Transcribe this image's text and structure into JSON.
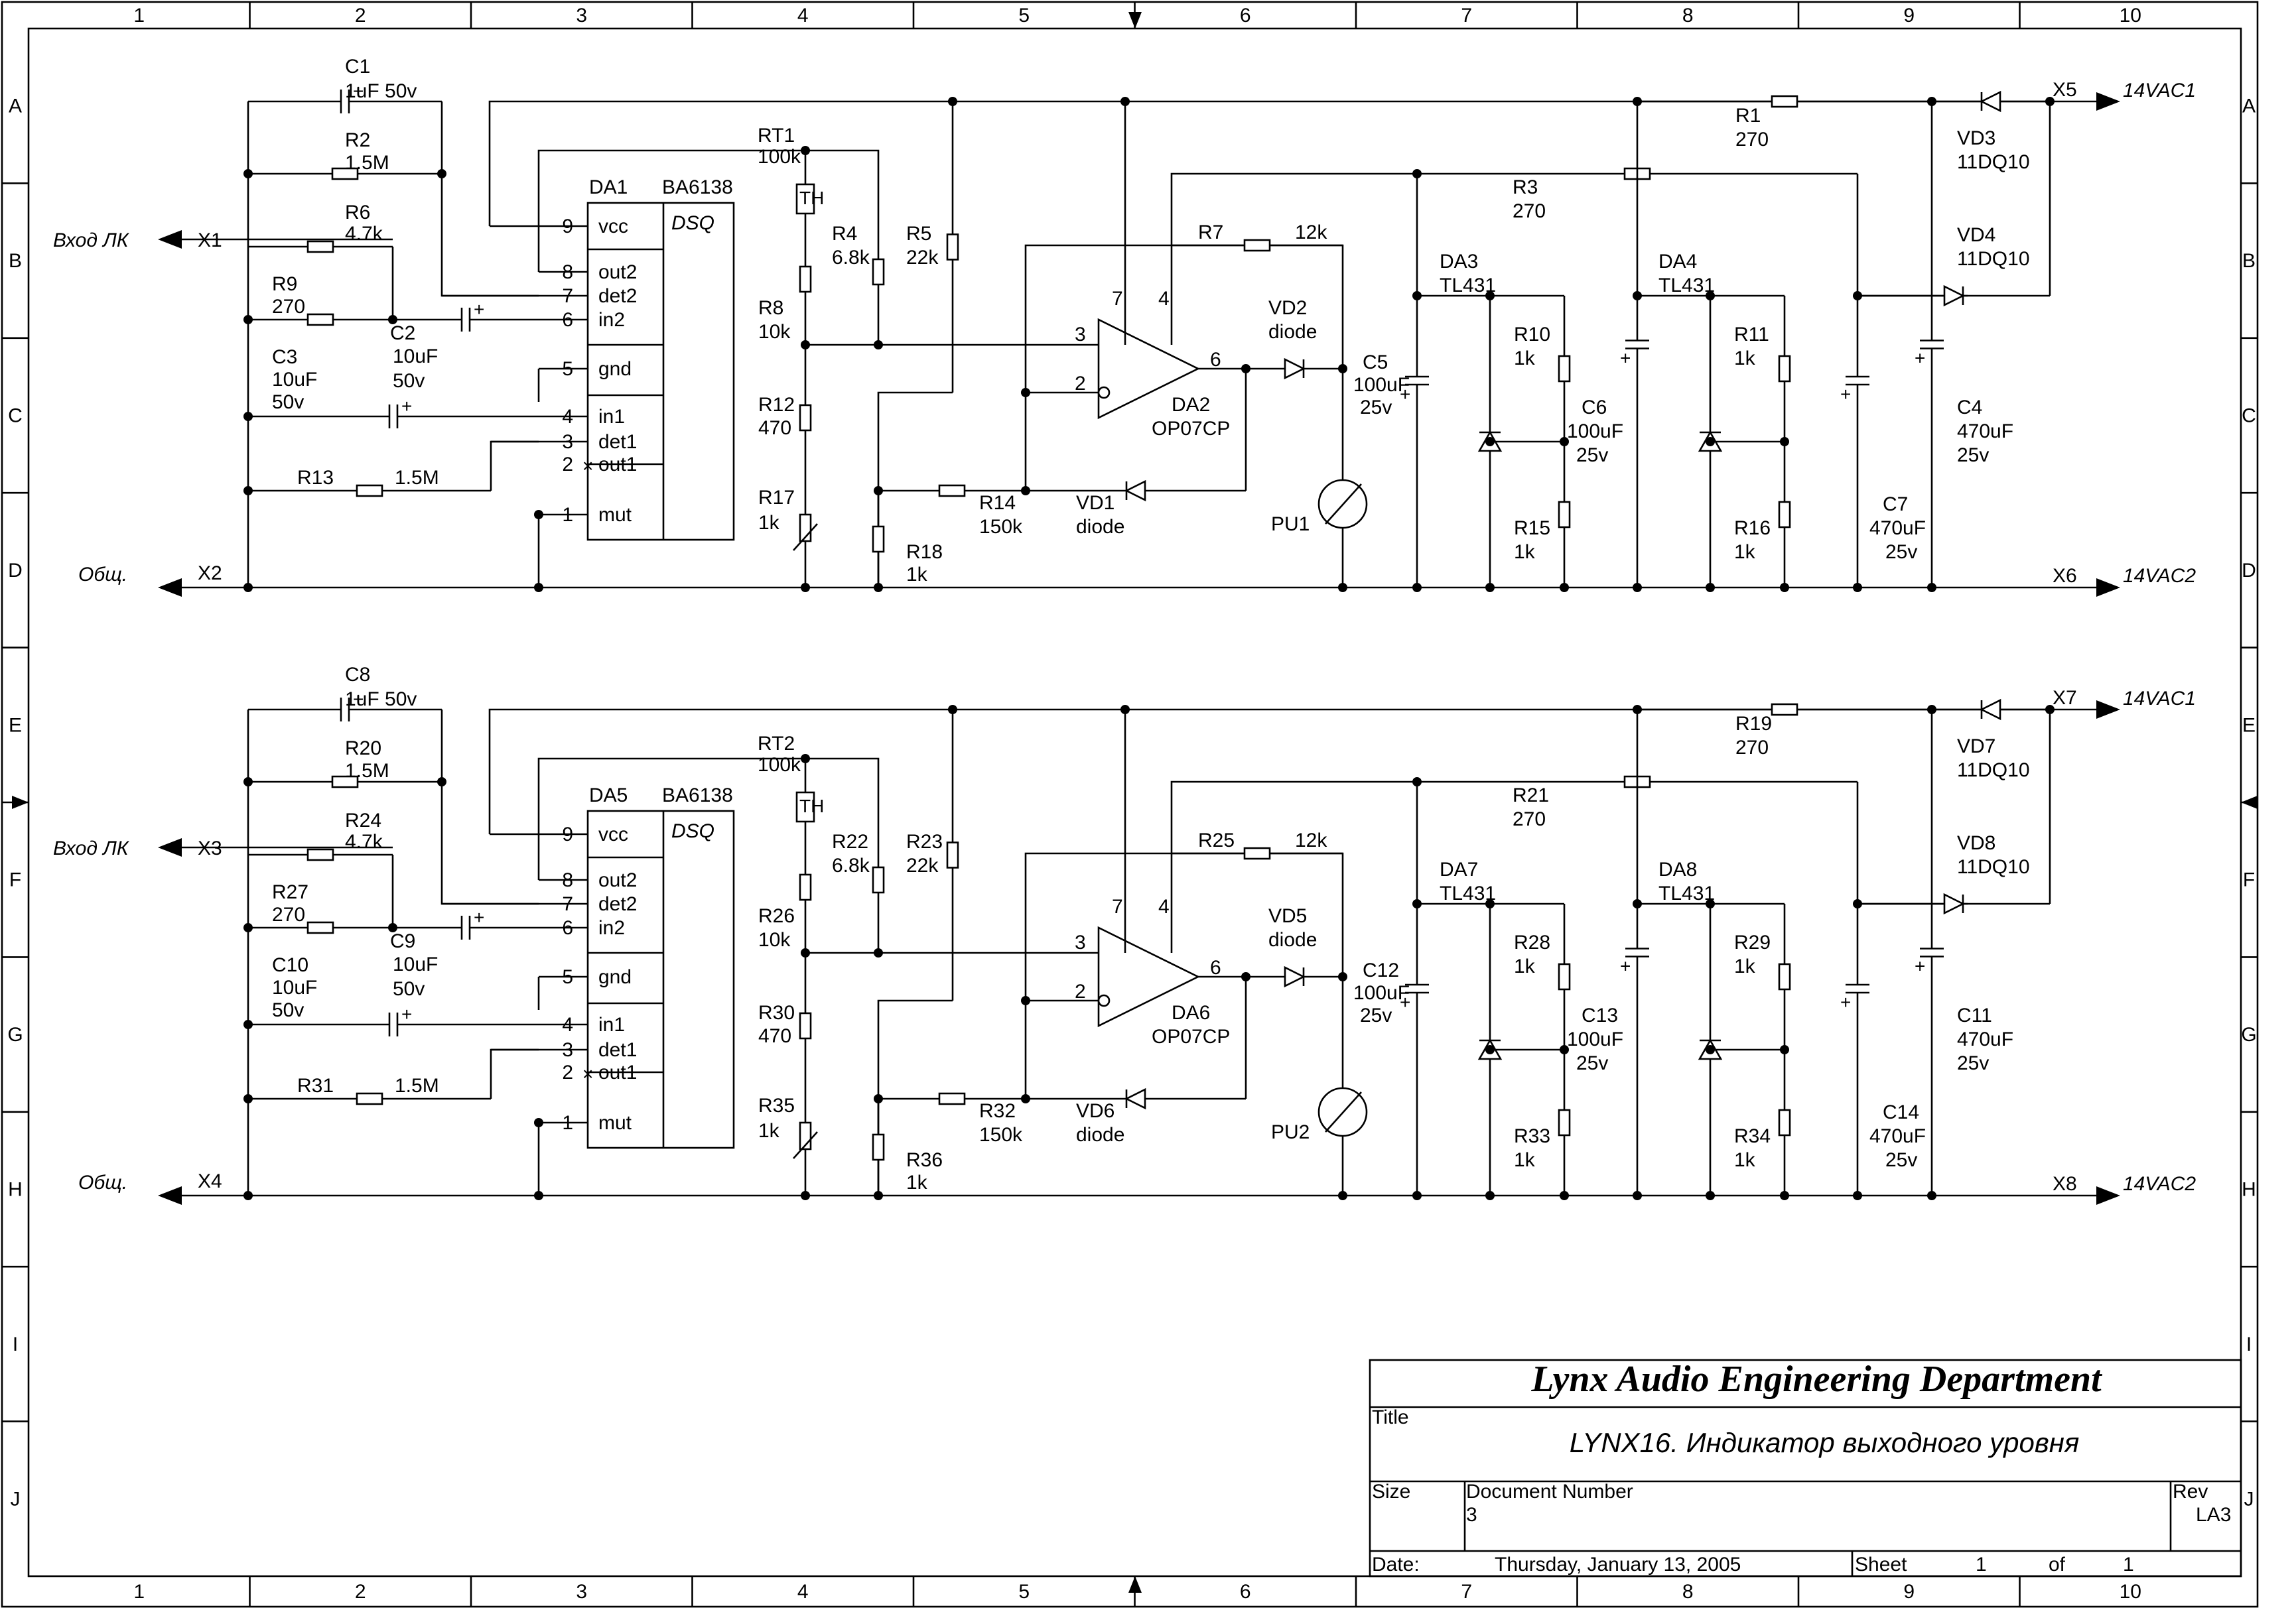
{
  "frame": {
    "col_labels": [
      "1",
      "2",
      "3",
      "4",
      "5",
      "6",
      "7",
      "8",
      "9",
      "10"
    ],
    "row_labels": [
      "A",
      "B",
      "C",
      "D",
      "E",
      "F",
      "G",
      "H",
      "I",
      "J"
    ]
  },
  "channels": [
    {
      "in_conn": "X1",
      "in_label": "Вход ЛК",
      "gnd_conn": "X2",
      "gnd_label": "Общ.",
      "c_in": {
        "ref": "C1",
        "val": "1uF  50v"
      },
      "r_fb": {
        "ref": "R2",
        "val": "1.5M"
      },
      "r_in": {
        "ref": "R6",
        "val": "4.7k"
      },
      "r_sh": {
        "ref": "R9",
        "val": "270"
      },
      "c_cpl": {
        "ref": "C2",
        "val1": "10uF",
        "val2": "50v"
      },
      "c_in1": {
        "ref": "C3",
        "val1": "10uF",
        "val2": "50v"
      },
      "r_mut": {
        "ref": "R13",
        "val": "1.5M"
      },
      "ic": {
        "ref": "DA1",
        "part": "BA6138",
        "tag": "DSQ",
        "pins": [
          {
            "num": "9",
            "name": "vcc"
          },
          {
            "num": "8",
            "name": "out2"
          },
          {
            "num": "7",
            "name": "det2"
          },
          {
            "num": "6",
            "name": "in2"
          },
          {
            "num": "5",
            "name": "gnd"
          },
          {
            "num": "4",
            "name": "in1"
          },
          {
            "num": "3",
            "name": "det1"
          },
          {
            "num": "2",
            "name": "out1"
          },
          {
            "num": "1",
            "name": "mut"
          }
        ]
      },
      "rt": {
        "ref": "RT1",
        "val": "100k",
        "sym": "TH"
      },
      "r_a": {
        "ref": "R4",
        "val": "6.8k"
      },
      "r_b": {
        "ref": "R5",
        "val": "22k"
      },
      "r_c": {
        "ref": "R8",
        "val": "10k"
      },
      "r_d": {
        "ref": "R12",
        "val": "470"
      },
      "r_trim": {
        "ref": "R17",
        "val": "1k"
      },
      "r_e": {
        "ref": "R18",
        "val": "1k"
      },
      "r_f": {
        "ref": "R14",
        "val": "150k"
      },
      "vd_fb": {
        "ref": "VD1",
        "val": "diode"
      },
      "r_g": {
        "ref": "R7",
        "val": "12k"
      },
      "opamp": {
        "ref": "DA2",
        "part": "OP07CP",
        "p3": "3",
        "p2": "2",
        "p6": "6",
        "p7": "7",
        "p4": "4"
      },
      "vd_out": {
        "ref": "VD2",
        "val": "diode"
      },
      "c_out": {
        "ref": "C5",
        "val1": "100uF",
        "val2": "25v"
      },
      "meter": {
        "ref": "PU1"
      },
      "r_top": {
        "ref": "R1",
        "val": "270"
      },
      "r_mid": {
        "ref": "R3",
        "val": "270"
      },
      "reg1": {
        "ref": "DA3",
        "part": "TL431"
      },
      "reg2": {
        "ref": "DA4",
        "part": "TL431"
      },
      "r_r1a": {
        "ref": "R10",
        "val": "1k"
      },
      "r_r1b": {
        "ref": "R15",
        "val": "1k"
      },
      "r_r2a": {
        "ref": "R11",
        "val": "1k"
      },
      "r_r2b": {
        "ref": "R16",
        "val": "1k"
      },
      "c_reg": {
        "ref": "C6",
        "val1": "100uF",
        "val2": "25v"
      },
      "c_big1": {
        "ref": "C7",
        "val1": "470uF",
        "val2": "25v"
      },
      "c_big2": {
        "ref": "C4",
        "val1": "470uF",
        "val2": "25v"
      },
      "vd_a": {
        "ref": "VD3",
        "val": "11DQ10"
      },
      "vd_b": {
        "ref": "VD4",
        "val": "11DQ10"
      },
      "ac1_conn": "X5",
      "ac1_label": "14VAC1",
      "ac2_conn": "X6",
      "ac2_label": "14VAC2"
    },
    {
      "in_conn": "X3",
      "in_label": "Вход ЛК",
      "gnd_conn": "X4",
      "gnd_label": "Общ.",
      "c_in": {
        "ref": "C8",
        "val": "1uF  50v"
      },
      "r_fb": {
        "ref": "R20",
        "val": "1.5M"
      },
      "r_in": {
        "ref": "R24",
        "val": "4.7k"
      },
      "r_sh": {
        "ref": "R27",
        "val": "270"
      },
      "c_cpl": {
        "ref": "C9",
        "val1": "10uF",
        "val2": "50v"
      },
      "c_in1": {
        "ref": "C10",
        "val1": "10uF",
        "val2": "50v"
      },
      "r_mut": {
        "ref": "R31",
        "val": "1.5M"
      },
      "ic": {
        "ref": "DA5",
        "part": "BA6138",
        "tag": "DSQ",
        "pins": [
          {
            "num": "9",
            "name": "vcc"
          },
          {
            "num": "8",
            "name": "out2"
          },
          {
            "num": "7",
            "name": "det2"
          },
          {
            "num": "6",
            "name": "in2"
          },
          {
            "num": "5",
            "name": "gnd"
          },
          {
            "num": "4",
            "name": "in1"
          },
          {
            "num": "3",
            "name": "det1"
          },
          {
            "num": "2",
            "name": "out1"
          },
          {
            "num": "1",
            "name": "mut"
          }
        ]
      },
      "rt": {
        "ref": "RT2",
        "val": "100k",
        "sym": "TH"
      },
      "r_a": {
        "ref": "R22",
        "val": "6.8k"
      },
      "r_b": {
        "ref": "R23",
        "val": "22k"
      },
      "r_c": {
        "ref": "R26",
        "val": "10k"
      },
      "r_d": {
        "ref": "R30",
        "val": "470"
      },
      "r_trim": {
        "ref": "R35",
        "val": "1k"
      },
      "r_e": {
        "ref": "R36",
        "val": "1k"
      },
      "r_f": {
        "ref": "R32",
        "val": "150k"
      },
      "vd_fb": {
        "ref": "VD6",
        "val": "diode"
      },
      "r_g": {
        "ref": "R25",
        "val": "12k"
      },
      "opamp": {
        "ref": "DA6",
        "part": "OP07CP",
        "p3": "3",
        "p2": "2",
        "p6": "6",
        "p7": "7",
        "p4": "4"
      },
      "vd_out": {
        "ref": "VD5",
        "val": "diode"
      },
      "c_out": {
        "ref": "C12",
        "val1": "100uF",
        "val2": "25v"
      },
      "meter": {
        "ref": "PU2"
      },
      "r_top": {
        "ref": "R19",
        "val": "270"
      },
      "r_mid": {
        "ref": "R21",
        "val": "270"
      },
      "reg1": {
        "ref": "DA7",
        "part": "TL431"
      },
      "reg2": {
        "ref": "DA8",
        "part": "TL431"
      },
      "r_r1a": {
        "ref": "R28",
        "val": "1k"
      },
      "r_r1b": {
        "ref": "R33",
        "val": "1k"
      },
      "r_r2a": {
        "ref": "R29",
        "val": "1k"
      },
      "r_r2b": {
        "ref": "R34",
        "val": "1k"
      },
      "c_reg": {
        "ref": "C13",
        "val1": "100uF",
        "val2": "25v"
      },
      "c_big1": {
        "ref": "C14",
        "val1": "470uF",
        "val2": "25v"
      },
      "c_big2": {
        "ref": "C11",
        "val1": "470uF",
        "val2": "25v"
      },
      "vd_a": {
        "ref": "VD7",
        "val": "11DQ10"
      },
      "vd_b": {
        "ref": "VD8",
        "val": "11DQ10"
      },
      "ac1_conn": "X7",
      "ac1_label": "14VAC1",
      "ac2_conn": "X8",
      "ac2_label": "14VAC2"
    }
  ],
  "title_block": {
    "company": "Lynx Audio Engineering Department",
    "title_label": "Title",
    "title": "LYNX16.  Индикатор  выходного  уровня",
    "size_label": "Size",
    "docnum_label": "Document Number",
    "docnum": "3",
    "rev_label": "Rev",
    "rev": "LA3",
    "date_label": "Date:",
    "date": "Thursday, January 13, 2005",
    "sheet_label": "Sheet",
    "sheet": "1",
    "of_label": "of",
    "of": "1"
  }
}
